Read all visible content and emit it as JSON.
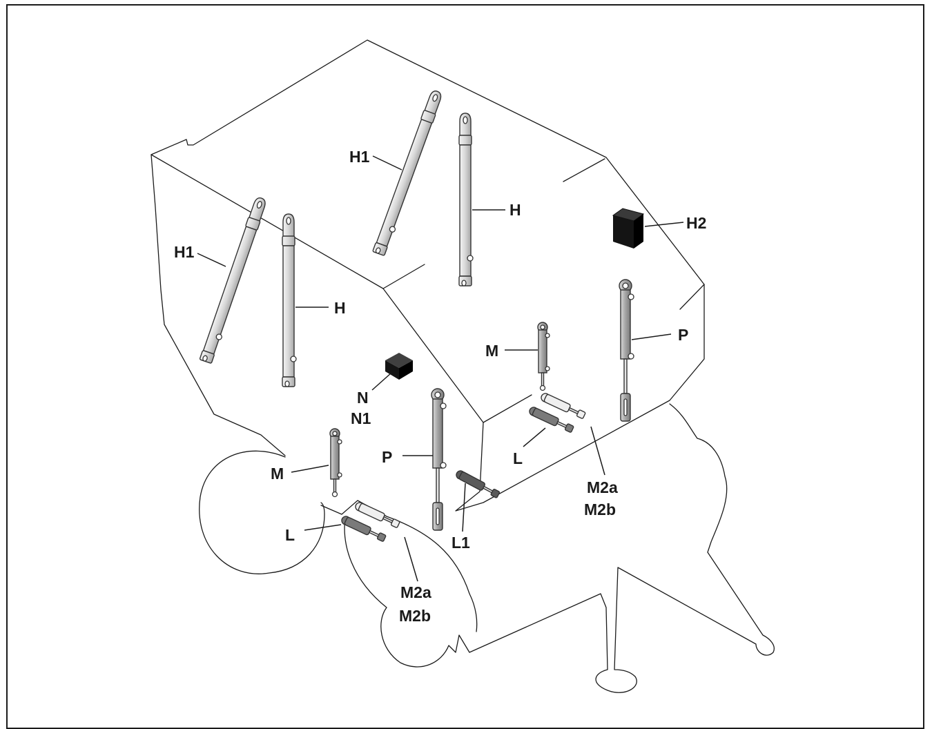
{
  "diagram": {
    "labels": {
      "h1_top": "H1",
      "h_top": "H",
      "h1_left": "H1",
      "h_left": "H",
      "h2": "H2",
      "p_right": "P",
      "m_right": "M",
      "l_right": "L",
      "m2a_right": "M2a",
      "m2b_right": "M2b",
      "n": "N",
      "n1": "N1",
      "p_center": "P",
      "l1": "L1",
      "m_left": "M",
      "l_left": "L",
      "m2a_left": "M2a",
      "m2b_left": "M2b"
    },
    "colors": {
      "line": "#1a1a1a",
      "cylinder_light": "#dcdcdc",
      "cylinder_mid": "#a9a9a9",
      "cylinder_dark": "#7a7a7a",
      "block": "#141414"
    }
  }
}
